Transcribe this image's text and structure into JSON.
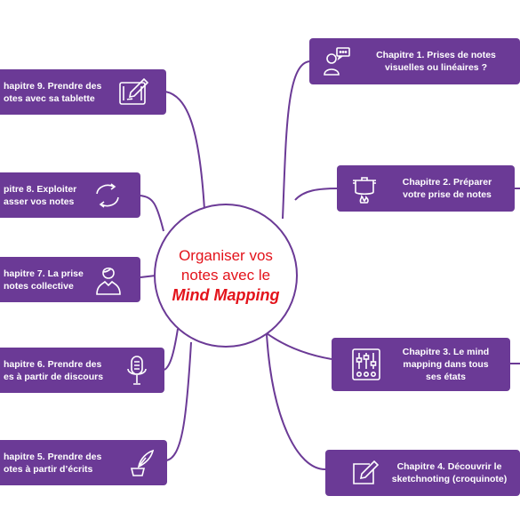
{
  "center": {
    "line1": "Organiser vos",
    "line2": "notes avec le",
    "line3": "Mind Mapping",
    "text_color": "#e3131b",
    "border_color": "#6b3a96"
  },
  "node_color": "#6b3a96",
  "connector_color": "#6b3a96",
  "chapters": {
    "ch1": {
      "line1": "Chapitre 1. Prises de notes",
      "line2": "visuelles ou linéaires ?",
      "icon": "presenter-speech-icon"
    },
    "ch2": {
      "line1": "Chapitre 2. Préparer",
      "line2": "votre prise de notes",
      "icon": "cooking-pot-icon"
    },
    "ch3": {
      "line1": "Chapitre 3. Le mind",
      "line2": "mapping dans tous",
      "line3": "ses états",
      "icon": "mixer-sliders-icon"
    },
    "ch4": {
      "line1": "Chapitre 4. Découvrir le",
      "line2": "sketchnoting (croquinote)",
      "icon": "pencil-square-icon"
    },
    "ch5": {
      "line1": "hapitre 5. Prendre des",
      "line2": "otes à partir d’écrits",
      "icon": "quill-inkwell-icon"
    },
    "ch6": {
      "line1": "hapitre 6. Prendre des",
      "line2": "es à partir de discours",
      "icon": "microphone-icon"
    },
    "ch7": {
      "line1": "hapitre 7. La prise",
      "line2": "notes collective",
      "icon": "person-icon"
    },
    "ch8": {
      "line1": "pitre 8. Exploiter",
      "line2": "asser vos notes",
      "icon": "refresh-arrows-icon"
    },
    "ch9": {
      "line1": "hapitre 9. Prendre des",
      "line2": "otes avec sa tablette",
      "icon": "tablet-pen-icon"
    }
  }
}
